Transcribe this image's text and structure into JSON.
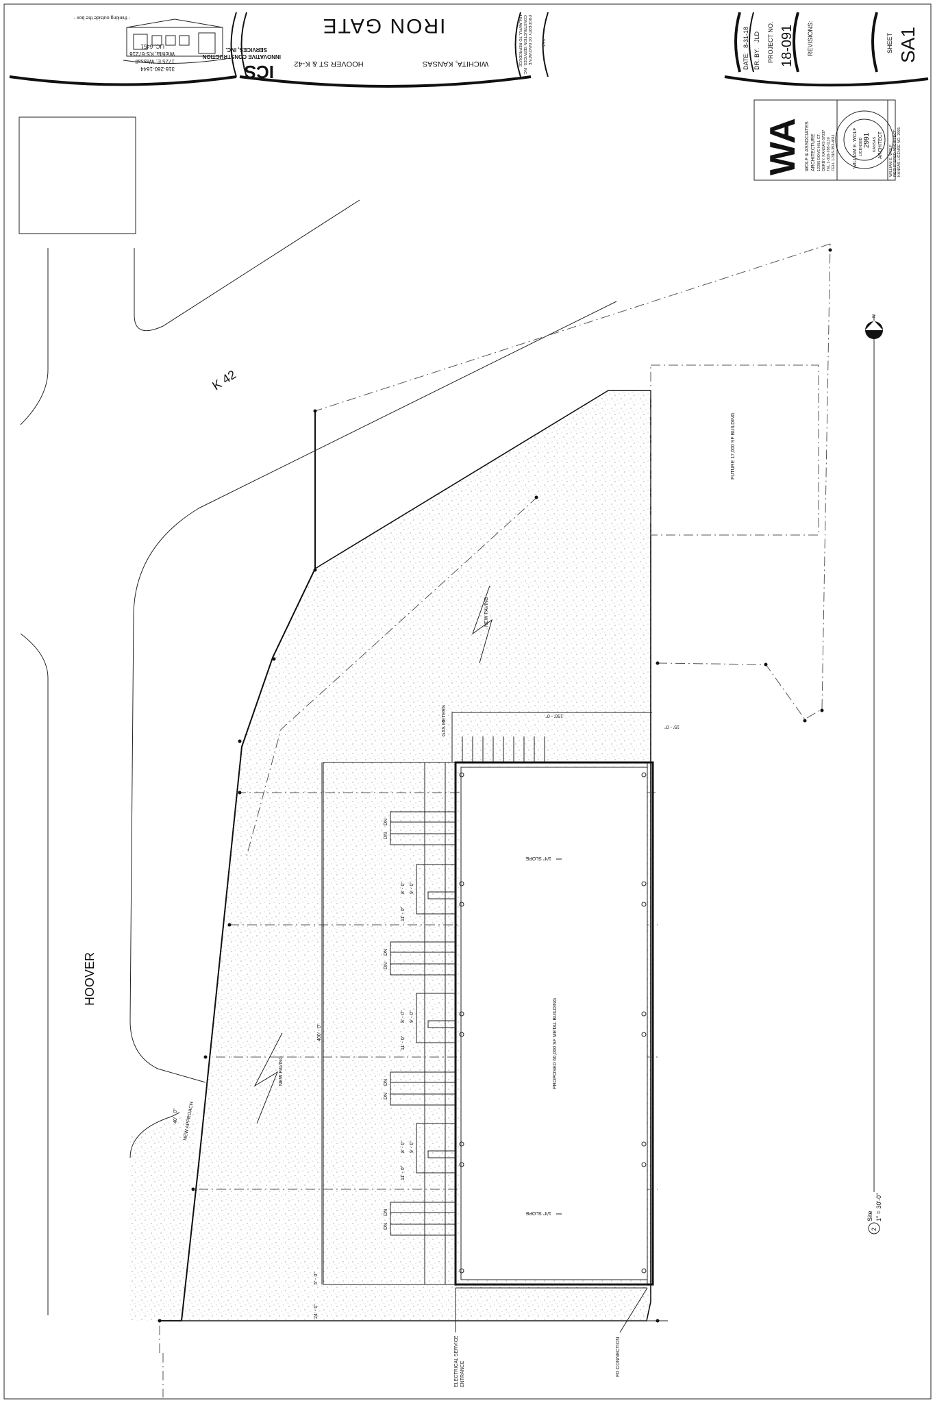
{
  "title_block": {
    "company_short": "ICS",
    "company_name_line1": "INNOVATIVE CONSTRUCTION",
    "company_name_line2": "SERVICES, INC.",
    "phone": "316-260-1644",
    "address_line1": "1725 E. Wassall",
    "address_line2": "Wichita, KS 67216",
    "license": "LIC. 6451",
    "tagline": "- thinking outside the box -",
    "project_name": "IRON GATE",
    "location_line1": "HOOVER ST & K-42",
    "location_line2": "WICHITA, KANSAS",
    "property_note_line1": "PROPERTY OF INNOVATIVE",
    "property_note_line2": "CONSTRUCTION SERVICES, INC.",
    "property_note_line3": "UNLAWFUL TO REPRODUCE",
    "seal_label": "SEAL",
    "date_label": "DATE:",
    "date_value": "8-31-18",
    "drawn_by_label": "DR. BY:",
    "drawn_by_value": "JLD",
    "project_no_label": "PROJECT NO.",
    "project_no_value": "18-091",
    "revisions_label": "REVISIONS:",
    "sheet_label": "SHEET",
    "sheet_value": "SA1"
  },
  "architect": {
    "logo": "WA",
    "firm_line1": "WOLF & ASSOCIATES",
    "firm_line2": "ARCHITECTURE",
    "address_line1": "12205 DOVE HILL CT.",
    "address_line2": "DERBY, KANSAS 67037",
    "tel": "TEL 1-316-788-1110",
    "cell": "CELL 1-316-393-4611",
    "seal_ring": "WILLIAM E. WOLF",
    "seal_licensed": "LICENSED",
    "seal_number": "2991",
    "seal_state": "KANSAS",
    "seal_role": "ARCHITECT",
    "sig_name": "WILLIAM E. WOLF",
    "sig_role": "REGISTERED ARCHITECT",
    "sig_license": "KANSAS LICENSE NO. 2991"
  },
  "plan": {
    "street_k42": "K 42",
    "street_hoover": "HOOVER",
    "future_building": "FUTURE 17,000 SF BUILDING",
    "proposed_building": "PROPOSED 60,000 SF METAL BUILDING",
    "new_paving": "NEW PAVING",
    "new_approach": "NEW APPROACH",
    "gas_meters": "GAS METERS",
    "electrical_service_line1": "ELECTRICAL SERVICE",
    "electrical_service_line2": "ENTRANCE",
    "fd_connection": "FD CONNECTION",
    "slope": "1/4\" SLOPE",
    "dim_150": "150' - 0\"",
    "dim_400": "400' - 0\"",
    "dim_40": "40' - 0\"",
    "dim_5": "5' - 0\"",
    "dim_24": "24' - 0\"",
    "dim_15": "15' - 0\"",
    "dim_11": "11' - 0\"",
    "dim_8": "8' - 0\"",
    "dim_9": "9' - 0\"",
    "door_dn": "DN",
    "north_label": "N",
    "view_number": "2",
    "view_title": "Site",
    "view_scale": "1\" = 30'-0\""
  }
}
